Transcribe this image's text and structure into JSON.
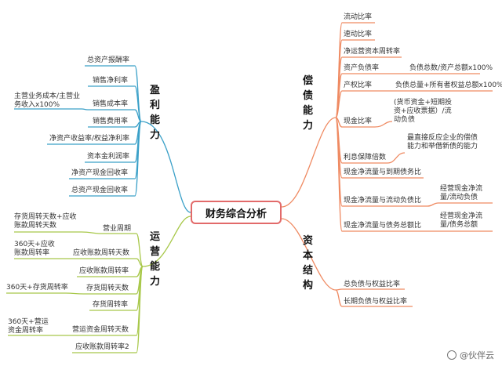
{
  "root": "财务综合分析",
  "colors": {
    "root_border": "#e26a6a",
    "profit": "#3aa0c8",
    "debt": "#ef8a62",
    "operation": "#a8c84a",
    "capital": "#ef8a62"
  },
  "profit": {
    "title": "盈利能力",
    "items": [
      {
        "label": "总资产报酬率"
      },
      {
        "label": "销售净利率"
      },
      {
        "label": "销售成本率",
        "note": "主营业务成本/主营业务收入x100%"
      },
      {
        "label": "销售费用率"
      },
      {
        "label": "净资产收益率/权益净利率"
      },
      {
        "label": "资本金利润率"
      },
      {
        "label": "净资产现金回收率"
      },
      {
        "label": "总资产现金回收率"
      }
    ]
  },
  "debt": {
    "title": "偿债能力",
    "items": [
      {
        "label": "流动比率"
      },
      {
        "label": "速动比率"
      },
      {
        "label": "净运营资本周转率"
      },
      {
        "label": "资产负债率",
        "note": "负债总数/资产总额x100%"
      },
      {
        "label": "产权比率",
        "note": "负债总量+所有者权益总额x100%"
      },
      {
        "label": "现金比率",
        "note": "(货币资金+短期投资+应收票据）/流动负债"
      },
      {
        "label": "利息保障倍数",
        "note": "最直接反应企业的偿债能力和举借新债的能力"
      },
      {
        "label": "现金净流量与到期债务比"
      },
      {
        "label": "现金净流量与流动负债比",
        "note": "经营现金净流量/流动负债"
      },
      {
        "label": "现金净流量与债务总额比",
        "note": "经营现金净流量/债务总额"
      }
    ]
  },
  "operation": {
    "title": "运营能力",
    "items": [
      {
        "label": "营业周期",
        "note": "存货周转天数+应收账款周转天数"
      },
      {
        "label": "应收账款周转天数",
        "note": "360天+应收账款周转率"
      },
      {
        "label": "应收账款周转率"
      },
      {
        "label": "存货周转天数",
        "note": "360天+存货周转率"
      },
      {
        "label": "存货周转率"
      },
      {
        "label": "营运资金周转天数",
        "note": "360天+营运资金周转率"
      },
      {
        "label": "应收账款周转率2"
      }
    ]
  },
  "capital": {
    "title": "资本结构",
    "items": [
      {
        "label": "总负债与权益比率"
      },
      {
        "label": "长期负债与权益比率"
      }
    ]
  },
  "watermark": "@伙伴云"
}
